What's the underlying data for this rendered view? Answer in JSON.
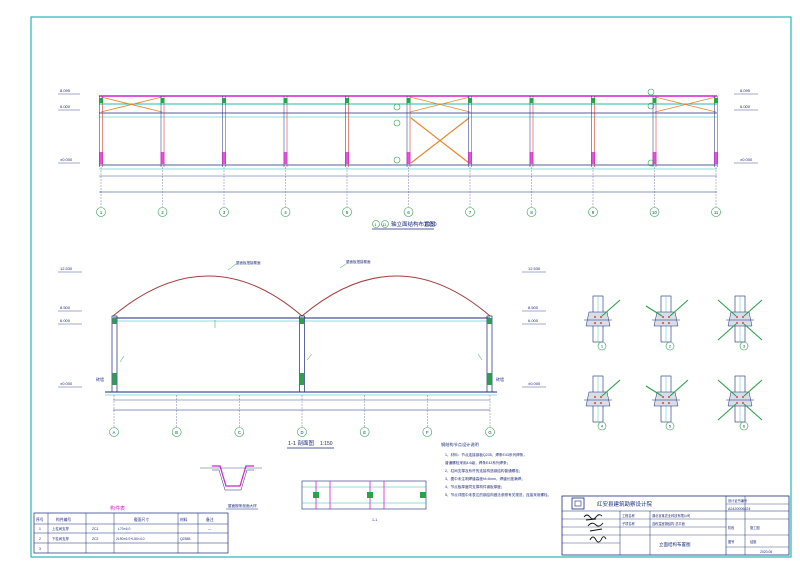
{
  "elevation": {
    "title_markers": [
      "1",
      "11"
    ],
    "title_text": "轴立面结构布置图",
    "scale": "1:150",
    "grid_labels": [
      "1",
      "2",
      "3",
      "4",
      "5",
      "6",
      "7",
      "8",
      "9",
      "10",
      "11"
    ],
    "elev_labels": [
      "8.095",
      "6.000",
      "±0.000"
    ]
  },
  "section": {
    "title": "1-1 剖面图",
    "scale": "1:150",
    "grid_labels": [
      "A",
      "B",
      "C",
      "D",
      "E",
      "F",
      "G"
    ],
    "elev_labels": [
      "12.530",
      "8.500",
      "6.000",
      "±0.000"
    ],
    "roof_label_left": "屋面板搭接覆面",
    "roof_label_right": "屋面板搭接覆面",
    "wall_label": "砖墙"
  },
  "details": {
    "numbers": [
      "1",
      "2",
      "3",
      "4",
      "5",
      "6"
    ]
  },
  "notes": {
    "heading": "钢结构节点设计说明",
    "lines": [
      "1、材料：节点连接钢板Q235，焊条E43系列焊条，",
      "   普通螺栓采用4.6级，焊条E43系列焊条；",
      "2、柱间支撑及系杆的连接构造钢结构普通螺栓；",
      "3、图中未注明焊缝高度hf=6mm，焊缝长度满焊；",
      "4、节点板厚度同支撑构件钢板厚度；",
      "5、节点详图中未表达的钢结构做法参照有关规范，连接采用螺栓。"
    ]
  },
  "member_table": {
    "title": "构件表",
    "headers": [
      "序号",
      "构件编号",
      "截面尺寸",
      "材料",
      "备注"
    ],
    "rows": [
      [
        "1",
        "上柱间支撑",
        "ZC1",
        "L70×6.0",
        "—"
      ],
      [
        "2",
        "下柱间支撑",
        "ZC2",
        "2L90×6.0+L50×4.0",
        "Q235B"
      ],
      [
        "3",
        "",
        "",
        "",
        ""
      ]
    ]
  },
  "purlin_detail": {
    "label": "屋面檩条剖面大样"
  },
  "plan_strip": {
    "label": "1-1"
  },
  "title_block": {
    "institute": "红安县建筑勘察设计院",
    "cert_label": "设计证书编号",
    "cert_no": "A2420006624",
    "project_label": "工程名称",
    "project_name": "湖北省某农业科技有限公司",
    "subitem_label": "子项名称",
    "subitem_name": "连栋温室钢结构 总平面",
    "drawing_title": "立面结构布置图",
    "stage_label": "阶段",
    "stage_value": "施工图",
    "sheet_label": "图号",
    "sheet_value": "结施",
    "date": "2020.05"
  },
  "colors": {
    "line": "#1a2a7a",
    "cyan": "#22b8b8",
    "magenta": "#d020c8",
    "brace": "#e08a30",
    "red": "#c81a1a",
    "green": "#2aa24a",
    "roof": "#a04040"
  }
}
